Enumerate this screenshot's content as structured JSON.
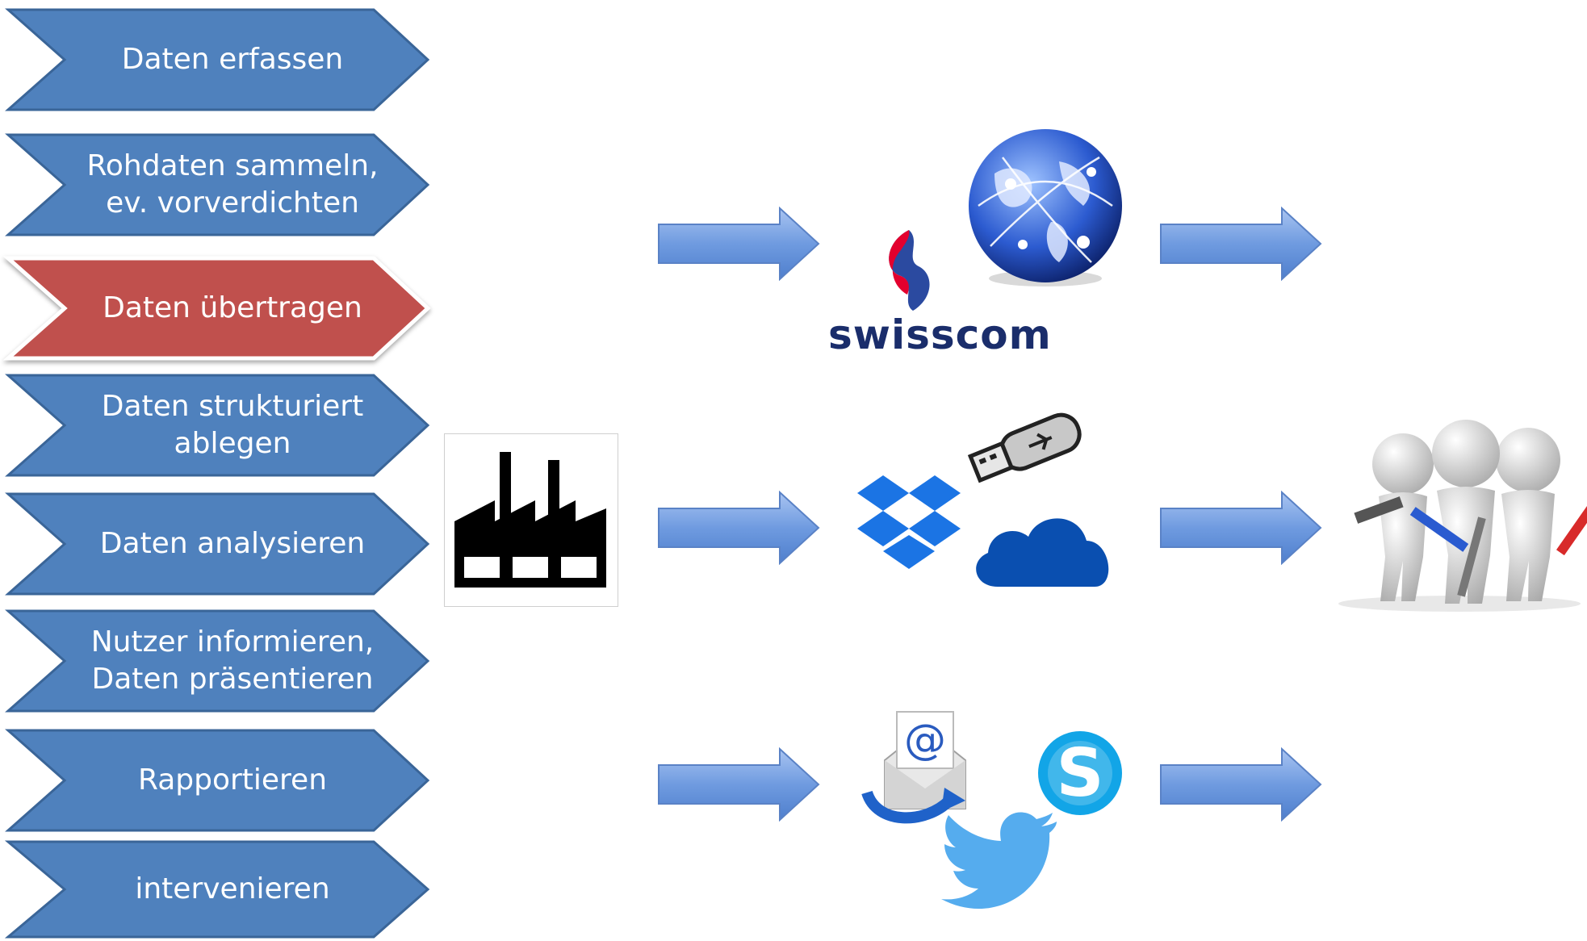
{
  "steps": [
    {
      "label": "Daten erfassen",
      "active": false
    },
    {
      "label": "Rohdaten sammeln,\nev. vorverdichten",
      "active": false
    },
    {
      "label": "Daten übertragen",
      "active": true
    },
    {
      "label": "Daten strukturiert\nablegen",
      "active": false
    },
    {
      "label": "Daten analysieren",
      "active": false
    },
    {
      "label": "Nutzer informieren,\nDaten präsentieren",
      "active": false
    },
    {
      "label": "Rapportieren",
      "active": false
    },
    {
      "label": "intervenieren",
      "active": false
    }
  ],
  "logos": {
    "swisscom": "swisscom"
  },
  "icons": {
    "source": "factory-icon",
    "row1": [
      "swisscom-logo-icon",
      "globe-network-icon"
    ],
    "row2": [
      "dropbox-icon",
      "usb-stick-icon",
      "onedrive-cloud-icon"
    ],
    "row3": [
      "email-icon",
      "skype-icon",
      "twitter-icon"
    ],
    "target": "team-with-tools-icon"
  },
  "colors": {
    "step_blue": "#4f81bd",
    "step_blue_border": "#3a6598",
    "step_active": "#c0504d",
    "arrow_fill": "#6f9be0"
  }
}
